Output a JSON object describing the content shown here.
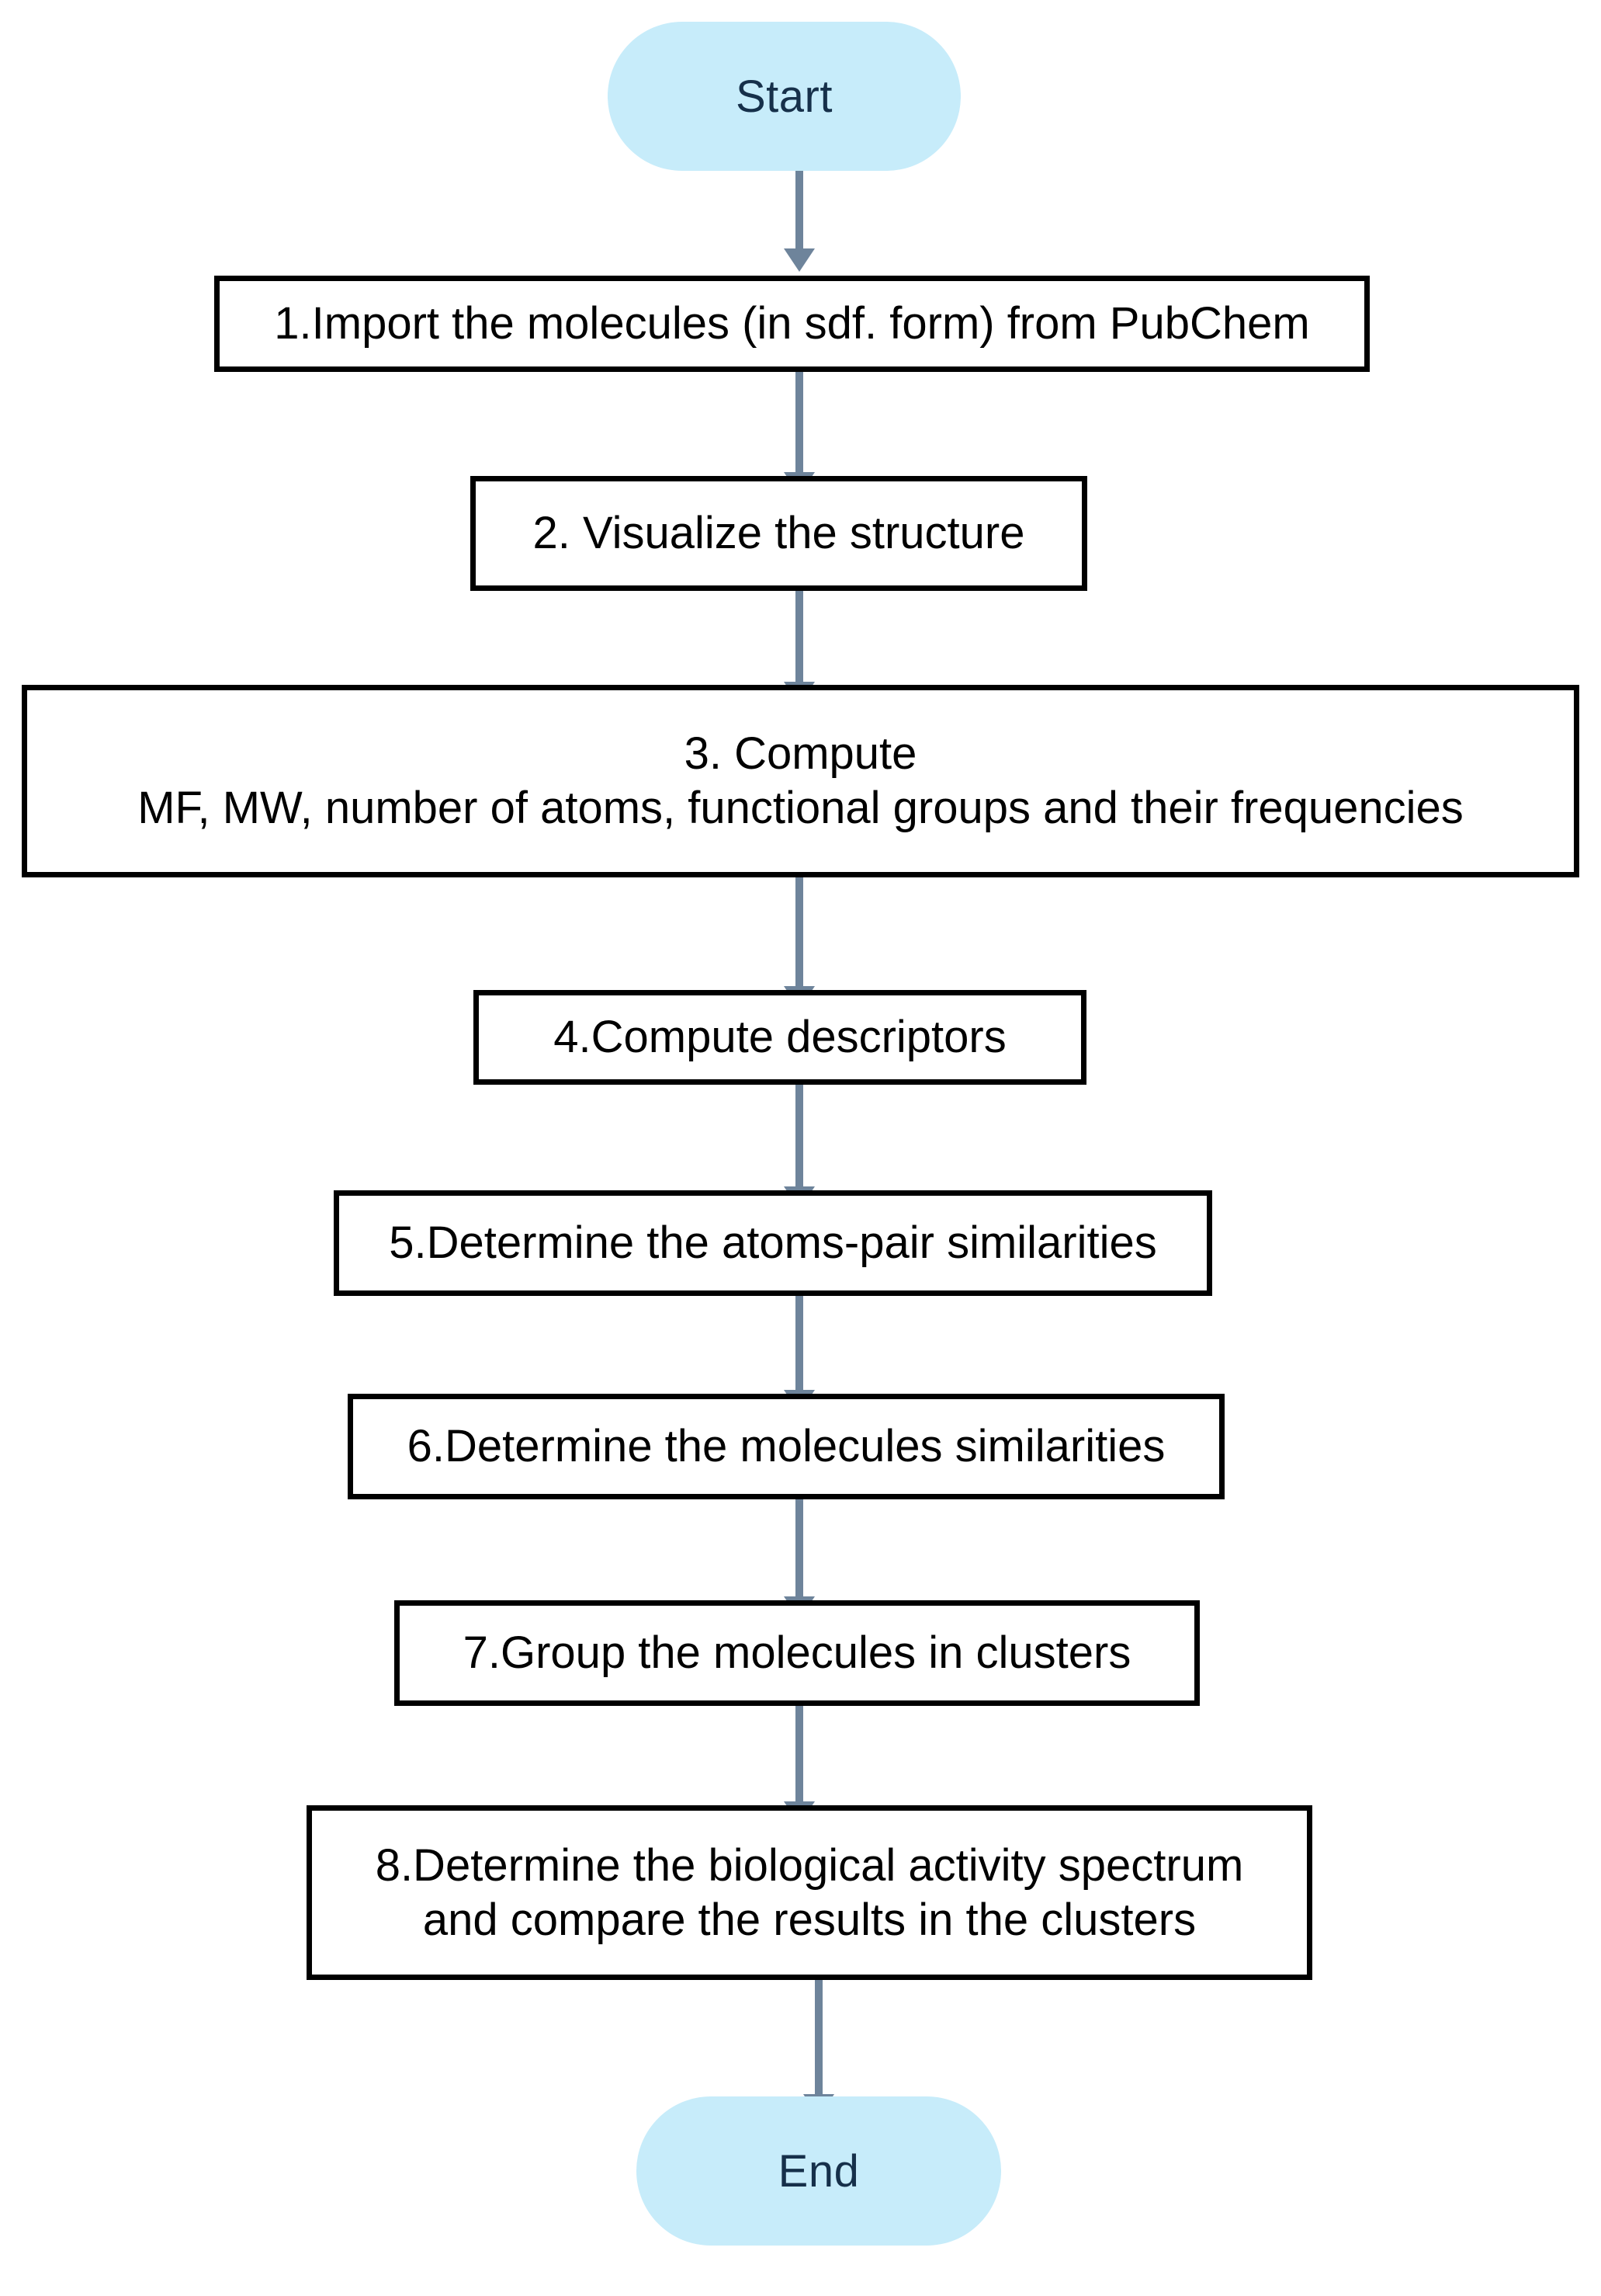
{
  "diagram": {
    "title": "Molecular analysis workflow flowchart",
    "colors": {
      "terminator_fill": "#c7ecfa",
      "terminator_text": "#16304a",
      "box_border": "#000000",
      "box_fill": "#ffffff",
      "box_text": "#000000",
      "arrow": "#6e849b",
      "background": "#ffffff"
    },
    "start": {
      "label": "Start"
    },
    "end": {
      "label": "End"
    },
    "steps": [
      {
        "id": "step-1",
        "lines": [
          "1.Import the molecules (in sdf. form) from PubChem"
        ]
      },
      {
        "id": "step-2",
        "lines": [
          "2. Visualize the structure"
        ]
      },
      {
        "id": "step-3",
        "lines": [
          "3. Compute",
          "MF, MW, number of atoms, functional groups and their frequencies"
        ]
      },
      {
        "id": "step-4",
        "lines": [
          "4.Compute descriptors"
        ]
      },
      {
        "id": "step-5",
        "lines": [
          "5.Determine the atoms-pair similarities"
        ]
      },
      {
        "id": "step-6",
        "lines": [
          "6.Determine the molecules similarities"
        ]
      },
      {
        "id": "step-7",
        "lines": [
          "7.Group the molecules in clusters"
        ]
      },
      {
        "id": "step-8",
        "lines": [
          "8.Determine the biological activity spectrum",
          "and compare the results in the clusters"
        ]
      }
    ],
    "connectors": [
      {
        "name": "arrow-start-to-step-1"
      },
      {
        "name": "arrow-step-1-to-step-2"
      },
      {
        "name": "arrow-step-2-to-step-3"
      },
      {
        "name": "arrow-step-3-to-step-4"
      },
      {
        "name": "arrow-step-4-to-step-5"
      },
      {
        "name": "arrow-step-5-to-step-6"
      },
      {
        "name": "arrow-step-6-to-step-7"
      },
      {
        "name": "arrow-step-7-to-step-8"
      },
      {
        "name": "arrow-step-8-to-end"
      }
    ]
  }
}
